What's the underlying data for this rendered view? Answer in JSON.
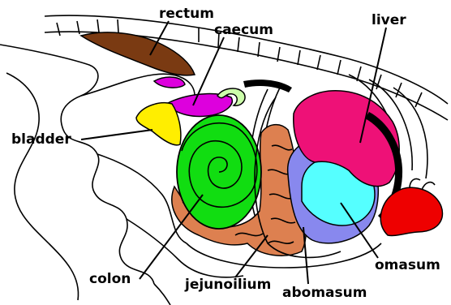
{
  "labels": {
    "rectum": "rectum",
    "caecum": "caecum",
    "liver": "liver",
    "bladder": "bladder",
    "colon": "colon",
    "jejunoilium": "jejunoilium",
    "abomasum": "abomasum",
    "omasum": "omasum"
  },
  "colors": {
    "rectum": "#7a3a12",
    "caecum": "#dd00dd",
    "bladder": "#ffee00",
    "colon": "#11dd11",
    "jejunoilium": "#dd8050",
    "abomasum": "#8888ee",
    "omasum": "#55ffff",
    "liver": "#ee1177",
    "heart": "#ee0000",
    "caecum_tip": "#ccffaa"
  }
}
